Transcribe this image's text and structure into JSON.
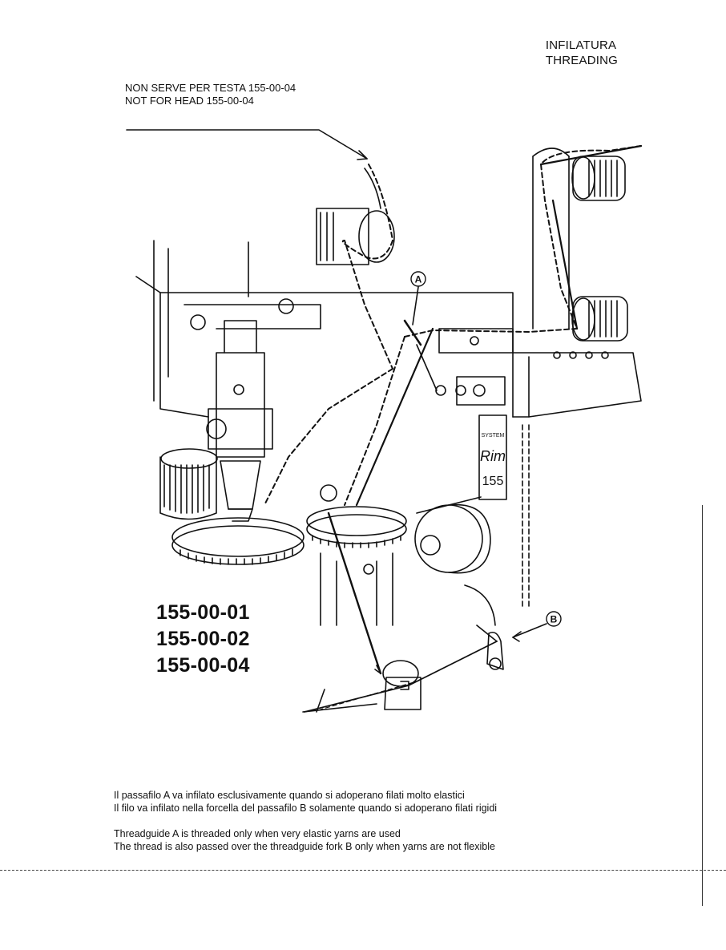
{
  "header": {
    "title_it": "INFILATURA",
    "title_en": "THREADING"
  },
  "note": {
    "line_it": "NON SERVE PER TESTA 155-00-04",
    "line_en": "NOT FOR HEAD 155-00-04"
  },
  "diagram": {
    "marker_a": "A",
    "marker_b": "B",
    "plate": {
      "system": "SYSTEM",
      "brand": "Rim",
      "number": "155"
    }
  },
  "models": [
    "155-00-01",
    "155-00-02",
    "155-00-04"
  ],
  "caption_it": [
    "Il passafilo A va infilato esclusivamente quando si adoperano filati molto elastici",
    "Il filo va infilato nella forcella del passafilo B solamente quando si adoperano filati rigidi"
  ],
  "caption_en": [
    "Threadguide A is threaded only when very elastic yarns are used",
    "The thread is also passed over the threadguide fork B only when yarns are not flexible"
  ]
}
